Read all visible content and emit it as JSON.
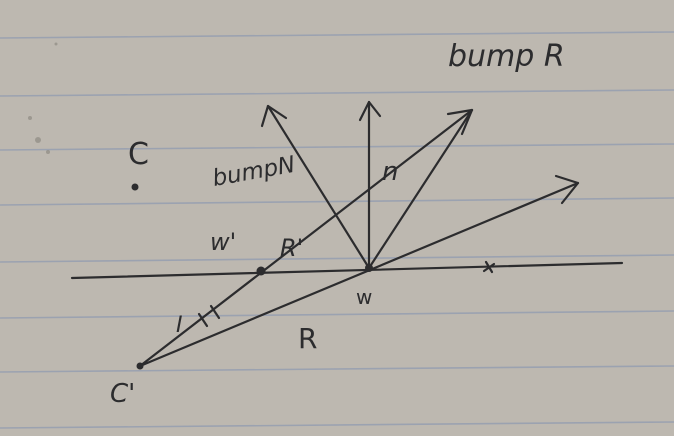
{
  "labels": {
    "bump_r": "bump R",
    "bump_n": "bumpN",
    "n": "n",
    "c": "C",
    "c_prime": "C'",
    "w": "w",
    "w_prime": "w'",
    "r": "R",
    "r_prime": "R'",
    "i_mark": "I"
  },
  "colors": {
    "paper": "#bdb8b0",
    "rule_line": "#8e99b0",
    "ink": "#2c2c2e"
  }
}
